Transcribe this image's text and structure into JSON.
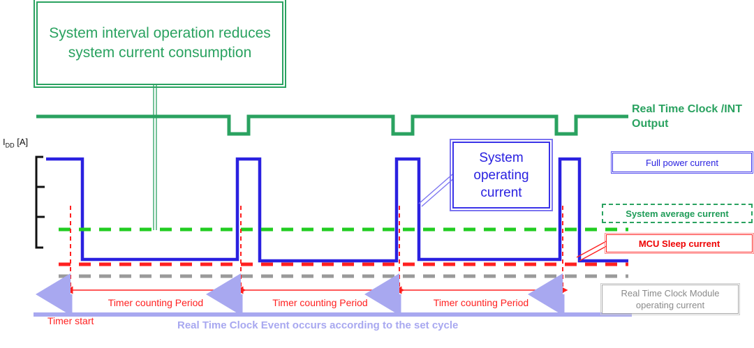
{
  "callouts": {
    "green": "System interval operation reduces system current consumption",
    "blue": "System operating current"
  },
  "legend": {
    "rtc_output": "Real Time Clock /INT Output",
    "full_power": "Full power current",
    "system_average": "System average current",
    "mcu_sleep": "MCU Sleep current",
    "rtc_module_line1": "Real Time Clock Module",
    "rtc_module_line2": "operating current"
  },
  "axis": {
    "y_label": "I",
    "y_label_sub": "DD",
    "y_label_unit": " [A]"
  },
  "annotations": {
    "timer_start": "Timer start",
    "bottom_caption": "Real Time Clock Event occurs according to the set cycle",
    "periods": [
      "Timer counting  Period",
      "Timer counting  Period",
      "Timer counting  Period"
    ]
  },
  "colors": {
    "green": "#2aa260",
    "green_dash": "#22cc22",
    "blue": "#2a21e0",
    "red": "#ff2020",
    "gray": "#9a9a9a",
    "purple": "#a8a8f0",
    "black": "#111111"
  }
}
